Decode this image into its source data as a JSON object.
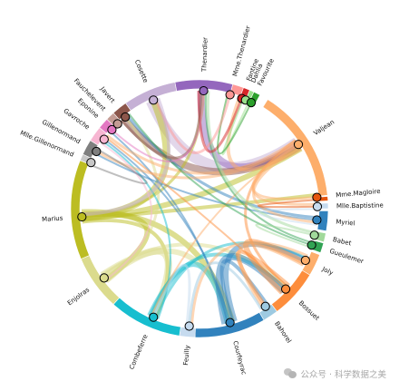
{
  "chart_data": {
    "type": "chord",
    "title": "",
    "nodes": [
      {
        "name": "Valjean",
        "angle": 57,
        "arc": [
          32,
          84
        ],
        "color": "#fdae6b"
      },
      {
        "name": "Mme.Magloire",
        "angle": 84.5,
        "arc": [
          84.5,
          86.5
        ],
        "color": "#e6550d"
      },
      {
        "name": "Mlle.Baptistine",
        "angle": 89,
        "arc": [
          87.5,
          90
        ],
        "color": "#c6dbef"
      },
      {
        "name": "Myriel",
        "angle": 95.5,
        "arc": [
          91,
          100
        ],
        "color": "#3182bd"
      },
      {
        "name": "Babet",
        "angle": 103,
        "arc": [
          101,
          105
        ],
        "color": "#a1d99b"
      },
      {
        "name": "Gueulemer",
        "angle": 108,
        "arc": [
          105.5,
          110
        ],
        "color": "#31a354"
      },
      {
        "name": "Joly",
        "angle": 116,
        "arc": [
          111,
          121
        ],
        "color": "#fdae6b"
      },
      {
        "name": "Bossuet",
        "angle": 133,
        "arc": [
          121,
          143
        ],
        "color": "#fd8d3c"
      },
      {
        "name": "Bahorel",
        "angle": 146,
        "arc": [
          143,
          150
        ],
        "color": "#9ecae1"
      },
      {
        "name": "Courfeyrac",
        "angle": 165,
        "arc": [
          150,
          182
        ],
        "color": "#3182bd"
      },
      {
        "name": "Feuilly",
        "angle": 185,
        "arc": [
          182,
          189
        ],
        "color": "#c6dbef"
      },
      {
        "name": "Combeferre",
        "angle": 203,
        "arc": [
          189,
          222
        ],
        "color": "#17becf"
      },
      {
        "name": "Enjolras",
        "angle": 234,
        "arc": [
          222,
          247
        ],
        "color": "#dbdb8d"
      },
      {
        "name": "Marius",
        "angle": 266,
        "arc": [
          247,
          292
        ],
        "color": "#bcbd22"
      },
      {
        "name": "Mlle.Gillenormand",
        "angle": 293,
        "arc": [
          292,
          295
        ],
        "color": "#c7c7c7"
      },
      {
        "name": "Gillenormand",
        "angle": 299,
        "arc": [
          295,
          302
        ],
        "color": "#7f7f7f"
      },
      {
        "name": "Gavroche",
        "angle": 306,
        "arc": [
          302,
          309
        ],
        "color": "#f7b6d2"
      },
      {
        "name": "Eponine",
        "angle": 312,
        "arc": [
          309,
          314
        ],
        "color": "#e377c2"
      },
      {
        "name": "Fauchelevent",
        "angle": 316,
        "arc": [
          314,
          318
        ],
        "color": "#c49c94"
      },
      {
        "name": "Javert",
        "angle": 321,
        "arc": [
          318,
          325
        ],
        "color": "#8c564b"
      },
      {
        "name": "Cosette",
        "angle": 337,
        "arc": [
          325,
          349
        ],
        "color": "#c5b0d5"
      },
      {
        "name": "Thenardier",
        "angle": 2,
        "arc": [
          349,
          15
        ],
        "color": "#9467bd"
      },
      {
        "name": "Mme.Thenardier",
        "angle": 15,
        "arc": [
          15,
          20
        ],
        "color": "#ff9896"
      },
      {
        "name": "Fantine",
        "angle": 21,
        "arc": [
          20,
          23
        ],
        "color": "#d62728"
      },
      {
        "name": "Dahlia",
        "angle": 23,
        "arc": [
          23,
          25
        ],
        "color": "#98df8a"
      },
      {
        "name": "Favourite",
        "angle": 26,
        "arc": [
          25,
          28
        ],
        "color": "#2ca02c"
      }
    ],
    "links": [
      {
        "source": "Cosette",
        "target": "Valjean",
        "color": "#c5b0d5",
        "width": 12
      },
      {
        "source": "Thenardier",
        "target": "Valjean",
        "color": "#9467bd",
        "width": 8
      },
      {
        "source": "Javert",
        "target": "Valjean",
        "color": "#8c564b",
        "width": 8
      },
      {
        "source": "Marius",
        "target": "Valjean",
        "color": "#bcbd22",
        "width": 6
      },
      {
        "source": "Marius",
        "target": "Cosette",
        "color": "#bcbd22",
        "width": 8
      },
      {
        "source": "Marius",
        "target": "Enjolras",
        "color": "#bcbd22",
        "width": 6
      },
      {
        "source": "Marius",
        "target": "Courfeyrac",
        "color": "#bcbd22",
        "width": 6
      },
      {
        "source": "Marius",
        "target": "Combeferre",
        "color": "#bcbd22",
        "width": 4
      },
      {
        "source": "Marius",
        "target": "Mme.Magloire",
        "color": "#bcbd22",
        "width": 4
      },
      {
        "source": "Marius",
        "target": "Thenardier",
        "color": "#bcbd22",
        "width": 3
      },
      {
        "source": "Enjolras",
        "target": "Combeferre",
        "color": "#dbdb8d",
        "width": 8
      },
      {
        "source": "Enjolras",
        "target": "Courfeyrac",
        "color": "#dbdb8d",
        "width": 6
      },
      {
        "source": "Enjolras",
        "target": "Bossuet",
        "color": "#dbdb8d",
        "width": 4
      },
      {
        "source": "Enjolras",
        "target": "Javert",
        "color": "#dbdb8d",
        "width": 3
      },
      {
        "source": "Combeferre",
        "target": "Courfeyrac",
        "color": "#17becf",
        "width": 6
      },
      {
        "source": "Combeferre",
        "target": "Bossuet",
        "color": "#17becf",
        "width": 4
      },
      {
        "source": "Combeferre",
        "target": "Gavroche",
        "color": "#17becf",
        "width": 2
      },
      {
        "source": "Combeferre",
        "target": "Joly",
        "color": "#17becf",
        "width": 3
      },
      {
        "source": "Courfeyrac",
        "target": "Bossuet",
        "color": "#3182bd",
        "width": 8
      },
      {
        "source": "Courfeyrac",
        "target": "Joly",
        "color": "#3182bd",
        "width": 6
      },
      {
        "source": "Courfeyrac",
        "target": "Bahorel",
        "color": "#3182bd",
        "width": 4
      },
      {
        "source": "Courfeyrac",
        "target": "Gavroche",
        "color": "#3182bd",
        "width": 2
      },
      {
        "source": "Courfeyrac",
        "target": "Eponine",
        "color": "#3182bd",
        "width": 2
      },
      {
        "source": "Myriel",
        "target": "Javert",
        "color": "#3182bd",
        "width": 3
      },
      {
        "source": "Myriel",
        "target": "Gillenormand",
        "color": "#3182bd",
        "width": 2
      },
      {
        "source": "Bossuet",
        "target": "Joly",
        "color": "#fd8d3c",
        "width": 6
      },
      {
        "source": "Bossuet",
        "target": "Bahorel",
        "color": "#fd8d3c",
        "width": 4
      },
      {
        "source": "Bossuet",
        "target": "Valjean",
        "color": "#fd8d3c",
        "width": 3
      },
      {
        "source": "Bossuet",
        "target": "Gavroche",
        "color": "#fd8d3c",
        "width": 2
      },
      {
        "source": "Joly",
        "target": "Bahorel",
        "color": "#fdae6b",
        "width": 4
      },
      {
        "source": "Joly",
        "target": "Feuilly",
        "color": "#fdae6b",
        "width": 3
      },
      {
        "source": "Bahorel",
        "target": "Feuilly",
        "color": "#9ecae1",
        "width": 3
      },
      {
        "source": "Feuilly",
        "target": "Combeferre",
        "color": "#c6dbef",
        "width": 3
      },
      {
        "source": "Valjean",
        "target": "Mme.Magloire",
        "color": "#fdae6b",
        "width": 3
      },
      {
        "source": "Valjean",
        "target": "Mlle.Baptistine",
        "color": "#fdae6b",
        "width": 3
      },
      {
        "source": "Valjean",
        "target": "Myriel",
        "color": "#fdae6b",
        "width": 3
      },
      {
        "source": "Valjean",
        "target": "Fantine",
        "color": "#fdae6b",
        "width": 4
      },
      {
        "source": "Valjean",
        "target": "Gavroche",
        "color": "#fdae6b",
        "width": 3
      },
      {
        "source": "Valjean",
        "target": "Gillenormand",
        "color": "#fdae6b",
        "width": 3
      },
      {
        "source": "Valjean",
        "target": "Combeferre",
        "color": "#fdae6b",
        "width": 2
      },
      {
        "source": "Gueulemer",
        "target": "Thenardier",
        "color": "#31a354",
        "width": 2
      },
      {
        "source": "Gueulemer",
        "target": "Javert",
        "color": "#31a354",
        "width": 2
      },
      {
        "source": "Babet",
        "target": "Thenardier",
        "color": "#a1d99b",
        "width": 3
      },
      {
        "source": "Babet",
        "target": "Gueulemer",
        "color": "#a1d99b",
        "width": 2
      },
      {
        "source": "Fantine",
        "target": "Thenardier",
        "color": "#d62728",
        "width": 3
      },
      {
        "source": "Dahlia",
        "target": "Favourite",
        "color": "#98df8a",
        "width": 2
      },
      {
        "source": "Favourite",
        "target": "Mme.Thenardier",
        "color": "#2ca02c",
        "width": 2
      },
      {
        "source": "Mme.Thenardier",
        "target": "Cosette",
        "color": "#ff9896",
        "width": 3
      },
      {
        "source": "Cosette",
        "target": "Marius",
        "color": "#c5b0d5",
        "width": 4
      },
      {
        "source": "Javert",
        "target": "Thenardier",
        "color": "#8c564b",
        "width": 3
      },
      {
        "source": "Mme.Magloire",
        "target": "Mlle.Baptistine",
        "color": "#e6550d",
        "width": 2
      },
      {
        "source": "Mlle.Baptistine",
        "target": "Myriel",
        "color": "#c6dbef",
        "width": 2
      },
      {
        "source": "Gavroche",
        "target": "Enjolras",
        "color": "#f7b6d2",
        "width": 2
      },
      {
        "source": "Gillenormand",
        "target": "Mlle.Gillenormand",
        "color": "#7f7f7f",
        "width": 2
      },
      {
        "source": "Eponine",
        "target": "Thenardier",
        "color": "#e377c2",
        "width": 2
      }
    ]
  },
  "watermark": {
    "text": "公众号 · 科学数据之美"
  }
}
